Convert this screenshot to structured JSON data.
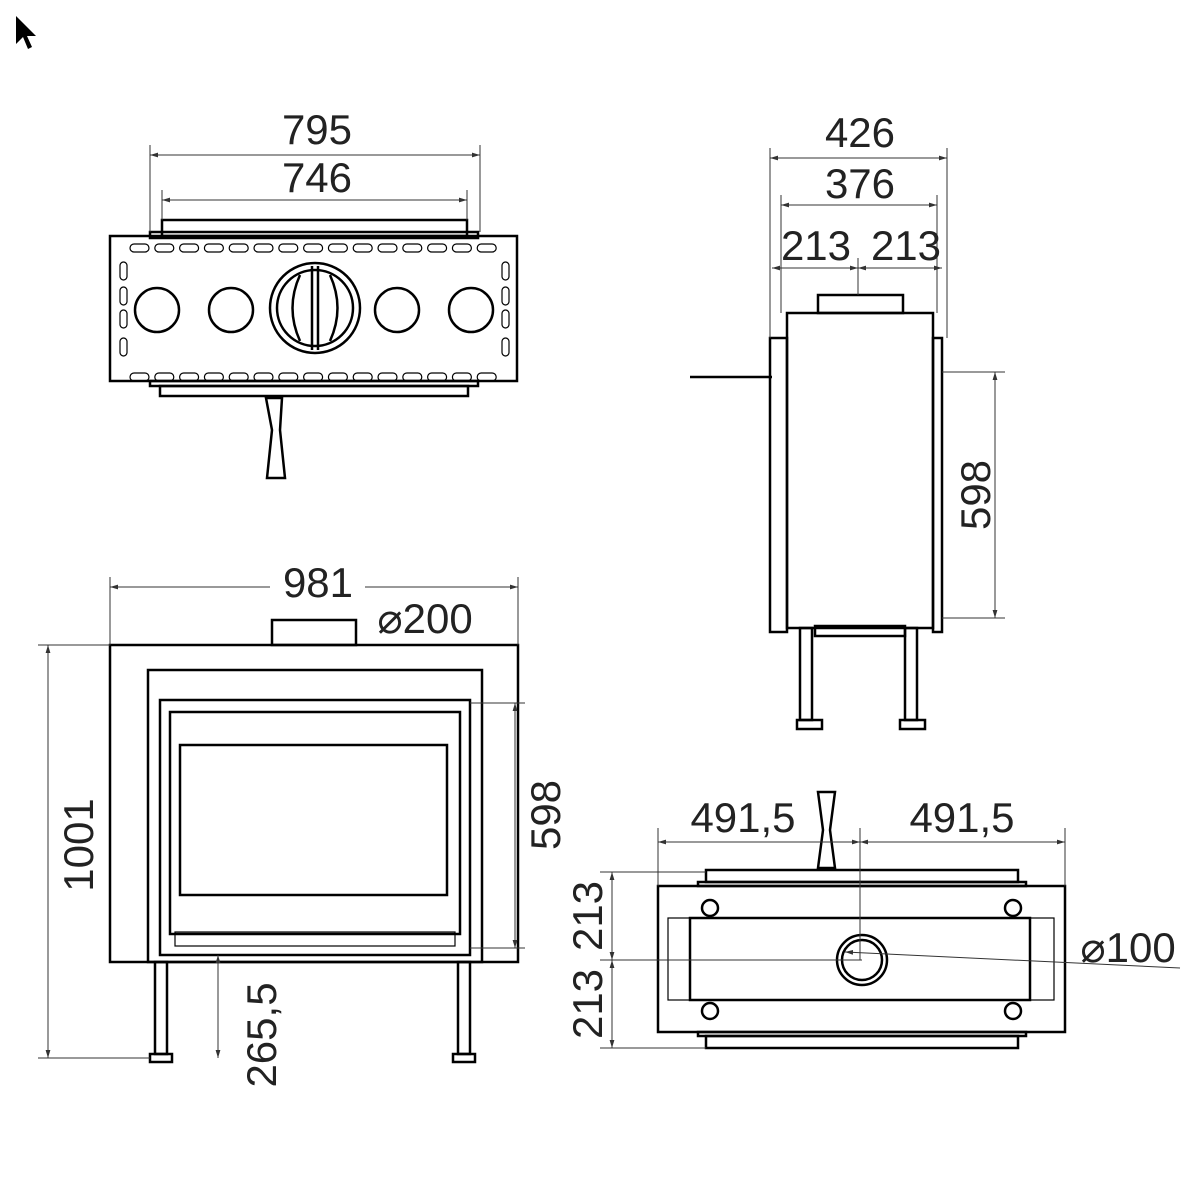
{
  "top_view": {
    "width_outer": "795",
    "width_inner": "746"
  },
  "side_view": {
    "depth_outer": "426",
    "depth_inner": "376",
    "half_left": "213",
    "half_right": "213",
    "door_height": "598"
  },
  "front_view": {
    "width": "981",
    "flue_diameter": "⌀200",
    "total_height": "1001",
    "door_height": "598",
    "base_height": "265,5"
  },
  "bottom_view": {
    "half_left": "491,5",
    "half_right": "491,5",
    "depth_upper": "213",
    "depth_lower": "213",
    "outlet_diameter": "⌀100"
  },
  "colors": {
    "line": "#000000",
    "text": "#222222",
    "background": "#ffffff"
  }
}
